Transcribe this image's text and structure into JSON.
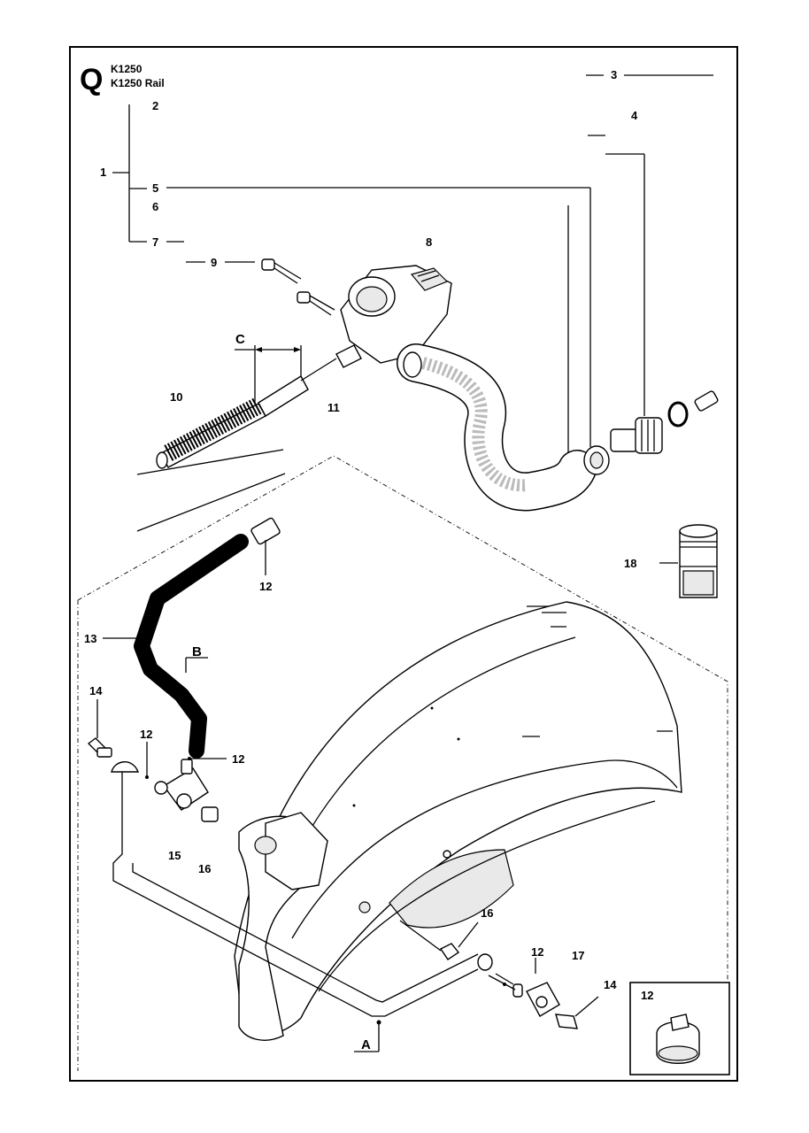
{
  "header": {
    "section_letter": "Q",
    "models": [
      "K1250",
      "K1250 Rail"
    ]
  },
  "callouts": {
    "c1": "1",
    "c2": "2",
    "c3": "3",
    "c4": "4",
    "c5": "5",
    "c6": "6",
    "c7": "7",
    "c8": "8",
    "c9": "9",
    "c10": "10",
    "c11": "11",
    "c12a": "12",
    "c12b": "12",
    "c12c": "12",
    "c12d": "12",
    "c12e": "12",
    "c13": "13",
    "c14a": "14",
    "c14b": "14",
    "c15": "15",
    "c16a": "16",
    "c16b": "16",
    "c17": "17",
    "c18": "18"
  },
  "letters": {
    "A": "A",
    "B": "B",
    "C": "C"
  }
}
